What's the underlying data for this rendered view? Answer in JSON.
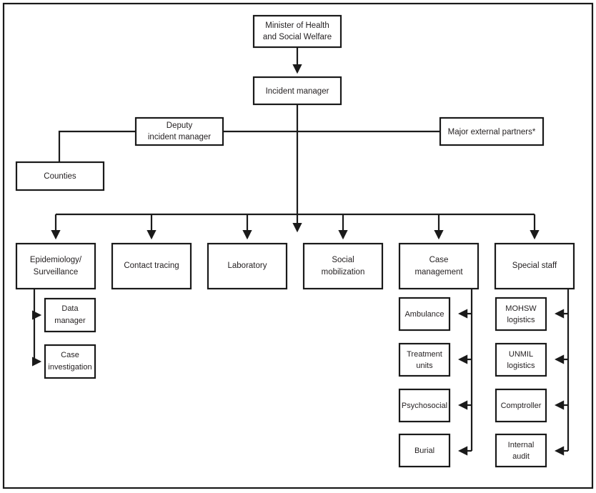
{
  "figure": {
    "title": "Incident Management System organizational chart",
    "frame_color": "#1a1a1a",
    "box_fill": "#ffffff",
    "text_color": "#231f20",
    "footnote_marker": "*"
  },
  "nodes": {
    "minister": {
      "line1": "Minister of Health",
      "line2": "and Social Welfare"
    },
    "incident_manager": {
      "line1": "Incident manager"
    },
    "deputy": {
      "line1": "Deputy",
      "line2": "incident manager"
    },
    "counties": {
      "line1": "Counties"
    },
    "major_partners": {
      "line1": "Major external partners*"
    },
    "epidemiology": {
      "line1": "Epidemiology/",
      "line2": "Surveillance"
    },
    "contact_tracing": {
      "line1": "Contact tracing"
    },
    "laboratory": {
      "line1": "Laboratory"
    },
    "social_mobilization": {
      "line1": "Social",
      "line2": "mobilization"
    },
    "case_management": {
      "line1": "Case",
      "line2": "management"
    },
    "special_staff": {
      "line1": "Special staff"
    },
    "data_manager": {
      "line1": "Data",
      "line2": "manager"
    },
    "case_investigation": {
      "line1": "Case",
      "line2": "investigation"
    },
    "ambulance": {
      "line1": "Ambulance"
    },
    "treatment_units": {
      "line1": "Treatment",
      "line2": "units"
    },
    "psychosocial": {
      "line1": "Psychosocial"
    },
    "burial": {
      "line1": "Burial"
    },
    "mohsw_logistics": {
      "line1": "MOHSW",
      "line2": "logistics"
    },
    "unmil_logistics": {
      "line1": "UNMIL",
      "line2": "logistics"
    },
    "comptroller": {
      "line1": "Comptroller"
    },
    "internal_audit": {
      "line1": "Internal",
      "line2": "audit"
    }
  },
  "chart_data": {
    "type": "diagram",
    "diagram_kind": "organizational-chart",
    "levels": [
      {
        "level": 1,
        "nodes": [
          "Minister of Health and Social Welfare"
        ]
      },
      {
        "level": 2,
        "nodes": [
          "Incident manager"
        ]
      },
      {
        "level": 3,
        "nodes": [
          "Deputy incident manager",
          "Major external partners*"
        ]
      },
      {
        "level": 4,
        "nodes": [
          "Counties"
        ]
      },
      {
        "level": 5,
        "nodes": [
          "Epidemiology/Surveillance",
          "Contact tracing",
          "Laboratory",
          "Social mobilization",
          "Case management",
          "Special staff"
        ]
      },
      {
        "level": 6,
        "nodes": [
          "Data manager",
          "Case investigation",
          "Ambulance",
          "Treatment units",
          "Psychosocial",
          "Burial",
          "MOHSW logistics",
          "UNMIL logistics",
          "Comptroller",
          "Internal audit"
        ]
      }
    ],
    "edges": [
      {
        "from": "Minister of Health and Social Welfare",
        "to": "Incident manager",
        "arrow": true
      },
      {
        "from": "Incident manager",
        "to": "Deputy incident manager",
        "arrow": false
      },
      {
        "from": "Incident manager",
        "to": "Major external partners*",
        "arrow": false
      },
      {
        "from": "Deputy incident manager",
        "to": "Counties",
        "arrow": false
      },
      {
        "from": "Incident manager",
        "to": "Epidemiology/Surveillance",
        "arrow": true
      },
      {
        "from": "Incident manager",
        "to": "Contact tracing",
        "arrow": true
      },
      {
        "from": "Incident manager",
        "to": "Laboratory",
        "arrow": true
      },
      {
        "from": "Incident manager",
        "to": "Social mobilization",
        "arrow": true
      },
      {
        "from": "Incident manager",
        "to": "Case management",
        "arrow": true
      },
      {
        "from": "Incident manager",
        "to": "Special staff",
        "arrow": true
      },
      {
        "from": "Epidemiology/Surveillance",
        "to": "Data manager",
        "arrow": true
      },
      {
        "from": "Epidemiology/Surveillance",
        "to": "Case investigation",
        "arrow": true
      },
      {
        "from": "Case management",
        "to": "Ambulance",
        "arrow": true
      },
      {
        "from": "Case management",
        "to": "Treatment units",
        "arrow": true
      },
      {
        "from": "Case management",
        "to": "Psychosocial",
        "arrow": true
      },
      {
        "from": "Case management",
        "to": "Burial",
        "arrow": true
      },
      {
        "from": "Special staff",
        "to": "MOHSW logistics",
        "arrow": true
      },
      {
        "from": "Special staff",
        "to": "UNMIL logistics",
        "arrow": true
      },
      {
        "from": "Special staff",
        "to": "Comptroller",
        "arrow": true
      },
      {
        "from": "Special staff",
        "to": "Internal audit",
        "arrow": true
      }
    ]
  }
}
